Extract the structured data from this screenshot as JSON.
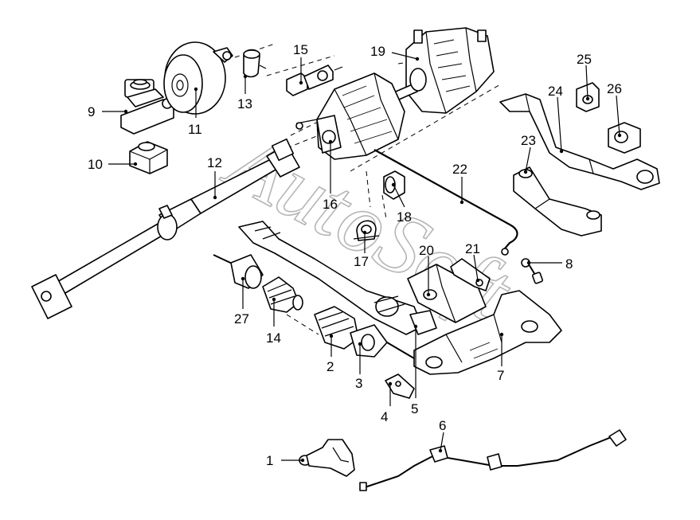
{
  "diagram": {
    "callouts": [
      {
        "id": "1",
        "label": "1"
      },
      {
        "id": "2",
        "label": "2"
      },
      {
        "id": "3",
        "label": "3"
      },
      {
        "id": "4",
        "label": "4"
      },
      {
        "id": "5",
        "label": "5"
      },
      {
        "id": "6",
        "label": "6"
      },
      {
        "id": "7",
        "label": "7"
      },
      {
        "id": "8",
        "label": "8"
      },
      {
        "id": "9",
        "label": "9"
      },
      {
        "id": "10",
        "label": "10"
      },
      {
        "id": "11",
        "label": "11"
      },
      {
        "id": "12",
        "label": "12"
      },
      {
        "id": "13",
        "label": "13"
      },
      {
        "id": "14",
        "label": "14"
      },
      {
        "id": "15",
        "label": "15"
      },
      {
        "id": "16",
        "label": "16"
      },
      {
        "id": "17",
        "label": "17"
      },
      {
        "id": "18",
        "label": "18"
      },
      {
        "id": "19",
        "label": "19"
      },
      {
        "id": "20",
        "label": "20"
      },
      {
        "id": "21",
        "label": "21"
      },
      {
        "id": "22",
        "label": "22"
      },
      {
        "id": "23",
        "label": "23"
      },
      {
        "id": "24",
        "label": "24"
      },
      {
        "id": "25",
        "label": "25"
      },
      {
        "id": "26",
        "label": "26"
      },
      {
        "id": "27",
        "label": "27"
      }
    ],
    "watermark": "AutoSoft"
  }
}
